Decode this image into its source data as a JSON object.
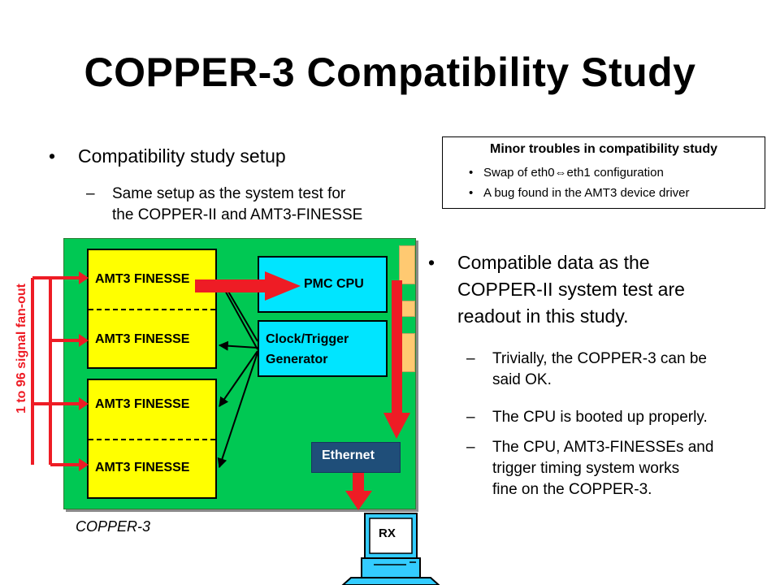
{
  "title": "COPPER-3 Compatibility Study",
  "left_bullets": {
    "main": "Compatibility study setup",
    "sub": [
      "Same setup as the system test for",
      "the COPPER-II and AMT3-FINESSE"
    ]
  },
  "note": {
    "title": "Minor troubles in compatibility study",
    "items": [
      "Swap of eth0⇔eth1 configuration",
      "A bug found in the AMT3 device driver"
    ]
  },
  "right_bullets": {
    "main": [
      "Compatible data as the",
      "COPPER-II system test are",
      "readout in this study."
    ],
    "subs": [
      [
        "Trivially, the COPPER-3 can be",
        "said OK."
      ],
      [
        "The CPU is booted up properly."
      ],
      [
        "The CPU, AMT3-FINESSEs and",
        "trigger timing system works",
        "fine on the COPPER-3."
      ]
    ]
  },
  "diagram": {
    "finesse_labels": [
      "AMT3 FINESSE",
      "AMT3 FINESSE",
      "AMT3 FINESSE",
      "AMT3 FINESSE"
    ],
    "pmc_cpu": "PMC CPU",
    "clock_trigger": [
      "Clock/Trigger",
      "Generator"
    ],
    "ethernet": "Ethernet",
    "rx": "RX",
    "board_label": "COPPER-3",
    "fanout_label": "1 to 96 signal fan-out"
  },
  "colors": {
    "board": "#00c853",
    "finesse": "#ffff00",
    "cpu": "#00e5ff",
    "ethernet": "#1f4e79",
    "arrow_red": "#ee1c25",
    "terminal": "#33ccff"
  }
}
